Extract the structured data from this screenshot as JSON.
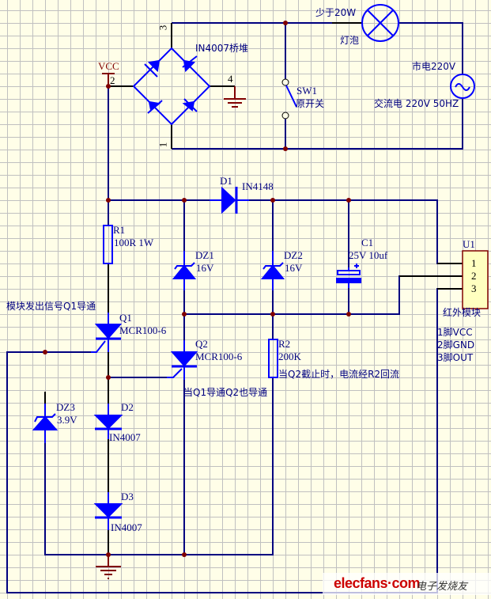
{
  "colors": {
    "wire": "#000080",
    "component": "#0000ff",
    "junction": "#800000",
    "ground": "#800000",
    "lead": "#000000",
    "u1_fill": "#ffffc0",
    "u1_border": "#800000",
    "watermark_brand": "#cc0000"
  },
  "labels": {
    "vcc": "VCC",
    "bridge_pin3": "3",
    "bridge_pin2": "2",
    "bridge_pin4": "4",
    "bridge_pin1": "1",
    "bridge_name": "IN4007桥堆",
    "lamp_rating": "少于20W",
    "lamp_name": "灯泡",
    "mains_name": "市电220V",
    "mains_desc": "交流电 220V 50HZ",
    "sw_ref": "SW1",
    "sw_name": "原开关",
    "d1_ref": "D1",
    "d1_value": "IN4148",
    "r1_ref": "R1",
    "r1_value": "100R 1W",
    "dz1_ref": "DZ1",
    "dz1_value": "16V",
    "dz2_ref": "DZ2",
    "dz2_value": "16V",
    "c1_ref": "C1",
    "c1_value": "25V 10uf",
    "u1_ref": "U1",
    "u1_pins": [
      "1",
      "2",
      "3"
    ],
    "u1_name": "红外模块",
    "u1_pin_desc": [
      "1脚VCC",
      "2脚GND",
      "3脚OUT"
    ],
    "note_q1": "模块发出信号Q1导通",
    "q1_ref": "Q1",
    "q1_value": "MCR100-6",
    "q2_ref": "Q2",
    "q2_value": "MCR100-6",
    "note_q2": "当Q1导通Q2也导通",
    "r2_ref": "R2",
    "r2_value": "200K",
    "note_r2": "当Q2截止时，电流经R2回流",
    "dz3_ref": "DZ3",
    "dz3_value": "3.9V",
    "d2_ref": "D2",
    "d2_value": "IN4007",
    "d3_ref": "D3",
    "d3_value": "IN4007"
  },
  "watermark": {
    "brand": "elecfans·com",
    "cn": "电子发烧友"
  }
}
